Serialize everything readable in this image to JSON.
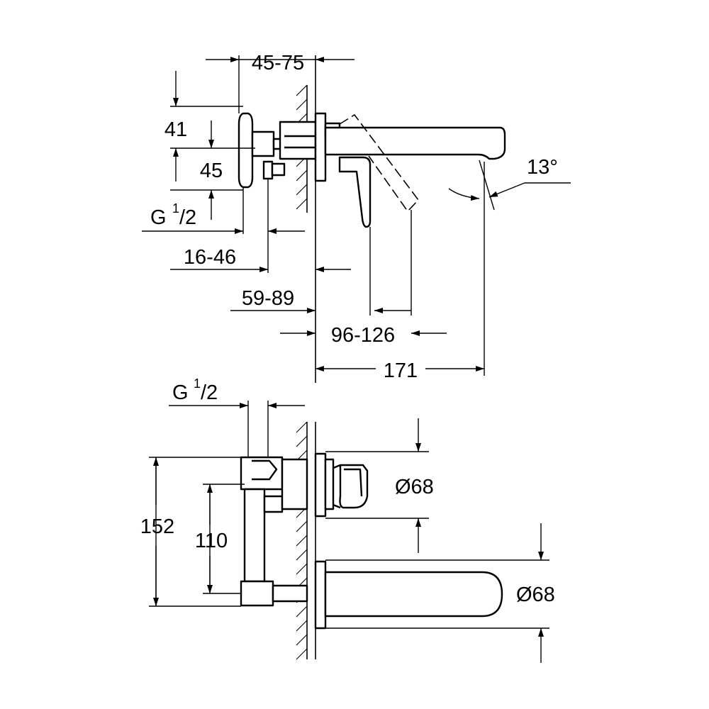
{
  "side_view": {
    "dims": {
      "d_45_75": "45-75",
      "d_41": "41",
      "d_45": "45",
      "d_g_base": "G",
      "d_g_num": "1",
      "d_g_den": "/2",
      "d_16_46": "16-46",
      "d_59_89": "59-89",
      "d_96_126": "96-126",
      "d_171": "171",
      "d_angle": "13°"
    }
  },
  "front_view": {
    "dims": {
      "d_g_base": "G",
      "d_g_num": "1",
      "d_g_den": "/2",
      "d_152": "152",
      "d_110": "110",
      "d_dia_handle": "Ø68",
      "d_dia_spout": "Ø68"
    }
  }
}
